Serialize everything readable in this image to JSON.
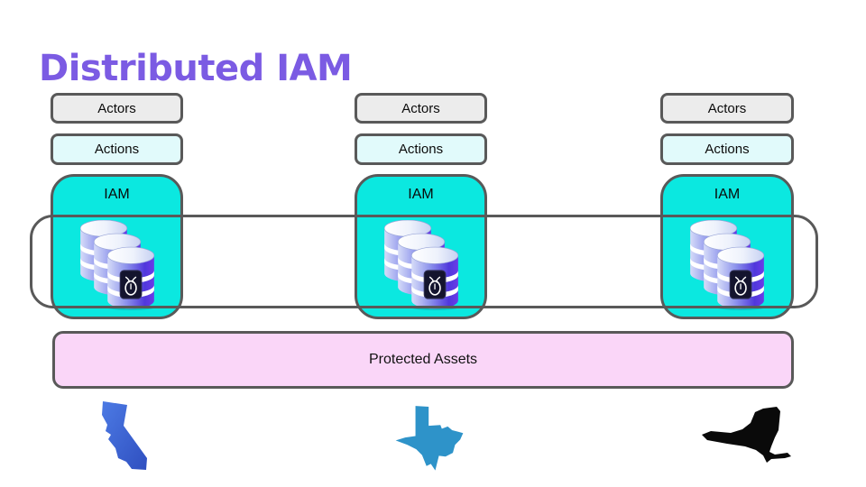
{
  "title": "Distributed IAM",
  "columns": [
    {
      "region": "california",
      "actors_label": "Actors",
      "actions_label": "Actions",
      "iam_label": "IAM"
    },
    {
      "region": "texas",
      "actors_label": "Actors",
      "actions_label": "Actions",
      "iam_label": "IAM"
    },
    {
      "region": "new-york",
      "actors_label": "Actors",
      "actions_label": "Actions",
      "iam_label": "IAM"
    }
  ],
  "protected_assets": {
    "label": "Protected Assets"
  },
  "icons": {
    "database_stack": "database-stack-icon",
    "security_badge": "security-badge-icon",
    "california": "california-state-icon",
    "texas": "texas-state-icon",
    "new_york": "new-york-state-icon"
  },
  "colors": {
    "title_purple": "#7B5BE3",
    "box_border_gray": "#595959",
    "actors_fill": "#ECECEC",
    "actions_fill": "#E1FAFB",
    "iam_fill": "#0BE8E0",
    "protected_fill": "#FAD6F8",
    "database_indigo": "#4A33DA",
    "california_blue": "#3B5FD0",
    "texas_blue": "#2E93C9",
    "new_york_black": "#0A0A0A"
  }
}
